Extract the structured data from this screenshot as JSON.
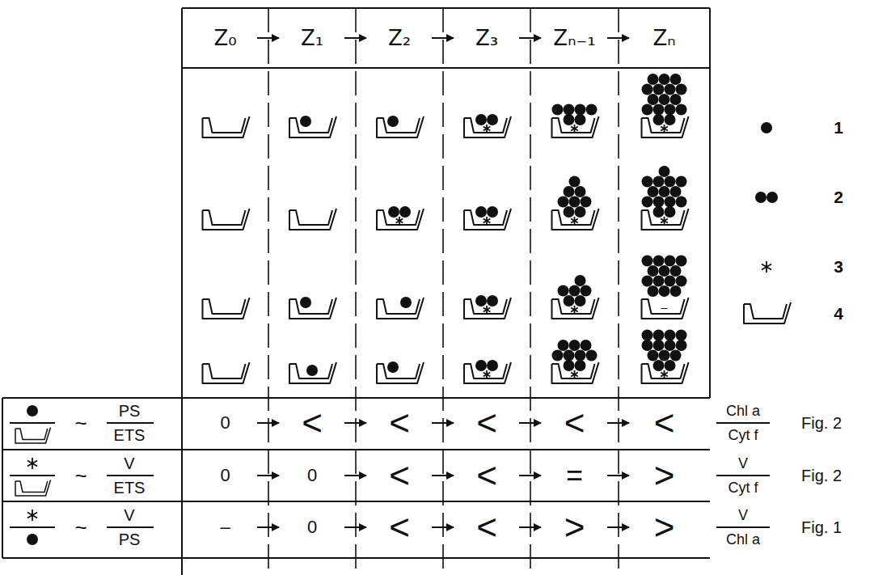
{
  "diagram": {
    "labels": [
      "Z₀",
      "Z₁",
      "Z₂",
      "Z₃",
      "Zₙ₋₁",
      "Zₙ",
      "–",
      "~",
      "PS",
      "ETS",
      "0",
      "<",
      "<",
      "<",
      "<",
      "<",
      "Chl a",
      "Cyt f",
      "Fig. 2",
      "~",
      "V",
      "ETS",
      "0",
      "0",
      "<",
      "<",
      "=",
      ">",
      "V",
      "Cyt f",
      "Fig. 2",
      "~",
      "V",
      "PS",
      "–",
      "0",
      "<",
      "<",
      ">",
      ">",
      "V",
      "Chl a",
      "Fig. 1"
    ],
    "legend": [
      {
        "text": "1"
      },
      {
        "text": "2"
      },
      {
        "text": "3"
      },
      {
        "text": "4"
      }
    ]
  }
}
